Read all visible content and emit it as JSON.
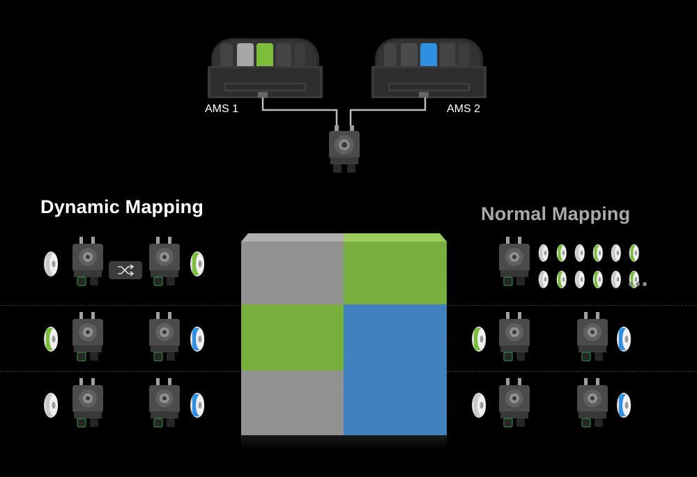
{
  "ams": [
    {
      "label": "AMS 1",
      "slots": [
        "#3a3a3a",
        "#a6a6a8",
        "#7cbd3c",
        "#3a3a3a"
      ]
    },
    {
      "label": "AMS 2",
      "slots": [
        "#3a3a3a",
        "#3a3a3a",
        "#2f8fe0",
        "#3a3a3a"
      ]
    }
  ],
  "dynamic": {
    "title": "Dynamic Mapping",
    "rows": [
      {
        "left_spool": "gray",
        "right_spool": "green",
        "swap_icon": "shuffle-icon"
      },
      {
        "left_spool": "green",
        "right_spool": "blue"
      },
      {
        "left_spool": "gray",
        "right_spool": "blue"
      }
    ]
  },
  "normal": {
    "title": "Normal Mapping",
    "spool_pattern": [
      "gray",
      "green",
      "gray",
      "green",
      "gray",
      "green"
    ],
    "rows": [
      {
        "left_spool": "green",
        "right_spool": "blue"
      },
      {
        "left_spool": "gray",
        "right_spool": "blue"
      }
    ]
  },
  "colors": {
    "gray": "#c9c9cb",
    "green": "#7cbd3c",
    "blue": "#2f8fe0",
    "background": "#000000"
  },
  "cube": {
    "top": [
      "gray",
      "green"
    ],
    "middle": [
      "green",
      "blue"
    ],
    "bottom": [
      "gray",
      "blue"
    ]
  }
}
